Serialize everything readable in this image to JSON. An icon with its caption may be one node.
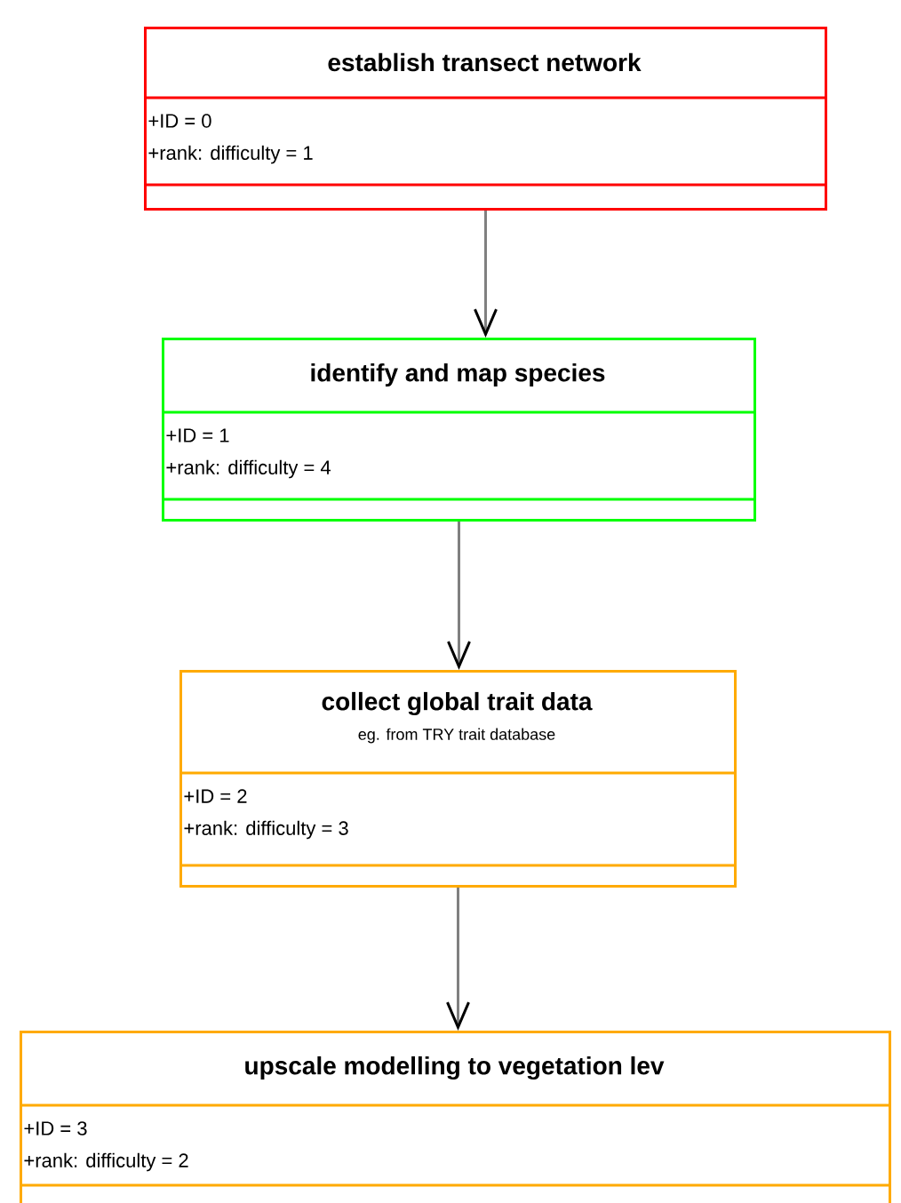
{
  "diagram": {
    "nodes": [
      {
        "text": [
          "establish transect network",
          "+ID = 0",
          "+rank: difficulty = 1"
        ]
      },
      {
        "text": [
          "identify and map species",
          "+ID = 1",
          "+rank: difficulty = 4"
        ]
      },
      {
        "text": [
          "collect global trait data",
          "eg. from TRY trait database",
          "+ID = 2",
          "+rank: difficulty = 3"
        ]
      },
      {
        "text": [
          "upscale modelling to vegetation lev",
          "+ID = 3",
          "+rank: difficulty = 2"
        ]
      }
    ],
    "edges": [
      {
        "from": 0,
        "to": 1,
        "arrow": "to"
      },
      {
        "from": 1,
        "to": 2,
        "arrow": "to"
      },
      {
        "from": 2,
        "to": 3,
        "arrow": "to"
      }
    ]
  }
}
